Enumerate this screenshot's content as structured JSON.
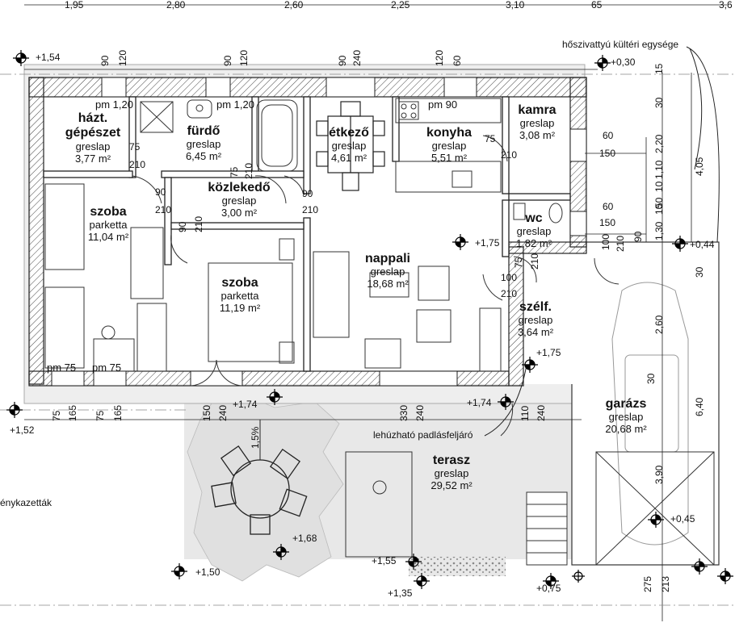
{
  "rooms": [
    {
      "key": "hazt",
      "name": "házt.",
      "name2": "gépészet",
      "material": "greslap",
      "area": "3,77 m²"
    },
    {
      "key": "furdo",
      "name": "fürdő",
      "material": "greslap",
      "area": "6,45 m²"
    },
    {
      "key": "etkezo",
      "name": "étkező",
      "material": "greslap",
      "area": "4,61 m²"
    },
    {
      "key": "konyha",
      "name": "konyha",
      "material": "greslap",
      "area": "5,51 m²"
    },
    {
      "key": "kamra",
      "name": "kamra",
      "material": "greslap",
      "area": "3,08 m²"
    },
    {
      "key": "szoba1",
      "name": "szoba",
      "material": "parketta",
      "area": "11,04 m²"
    },
    {
      "key": "kozlekedo",
      "name": "közlekedő",
      "material": "greslap",
      "area": "3,00 m²"
    },
    {
      "key": "wc",
      "name": "wc",
      "material": "greslap",
      "area": "1,82 m²"
    },
    {
      "key": "nappali",
      "name": "nappali",
      "material": "greslap",
      "area": "18,68 m²"
    },
    {
      "key": "szoba2",
      "name": "szoba",
      "material": "parketta",
      "area": "11,19 m²"
    },
    {
      "key": "szelf",
      "name": "szélf.",
      "material": "greslap",
      "area": "3,64 m²"
    },
    {
      "key": "garazs",
      "name": "garázs",
      "material": "greslap",
      "area": "20,68 m²"
    },
    {
      "key": "terasz",
      "name": "terasz",
      "material": "greslap",
      "area": "29,52 m²"
    }
  ],
  "sill_labels": [
    "pm 1,20",
    "pm 1,20",
    "pm 90",
    "pm 75",
    "pm 75"
  ],
  "levels": [
    "+1,54",
    "+0,30",
    "+0,44",
    "+1,75",
    "+1,75",
    "+1,52",
    "+1,74",
    "+1,74",
    "+1,68",
    "+1,50",
    "+1,55",
    "+0,75",
    "+1,35",
    "+0,45"
  ],
  "notes": {
    "heat_pump": "hőszivattyú kültéri egysége",
    "attic_ladder": "lehúzható padlásfeljáró",
    "slope": "1,5%",
    "left_cut": "énykazetták"
  },
  "top_dims": [
    "1,95",
    "2,80",
    "2,60",
    "2,25",
    "3,10",
    "65",
    "3,6"
  ],
  "top_window_dims": [
    "90",
    "120",
    "90",
    "120",
    "90",
    "240",
    "120",
    "60"
  ],
  "bottom_dims": [
    "75",
    "165",
    "75",
    "165",
    "150",
    "240",
    "330",
    "240",
    "110",
    "240"
  ],
  "door_dims": [
    "75",
    "210",
    "90",
    "210",
    "90",
    "210",
    "75",
    "210",
    "90",
    "210",
    "75",
    "210",
    "100",
    "210",
    "75",
    "210"
  ],
  "window_dims_right": [
    "60",
    "150",
    "60",
    "150"
  ],
  "right_vertical_dims": [
    "15",
    "30",
    "2,20",
    "1,10",
    "10",
    "50",
    "10",
    "1,30",
    "4,05",
    "90",
    "100",
    "210",
    "30",
    "2,60",
    "30",
    "6,40",
    "3,90",
    "275",
    "213"
  ]
}
